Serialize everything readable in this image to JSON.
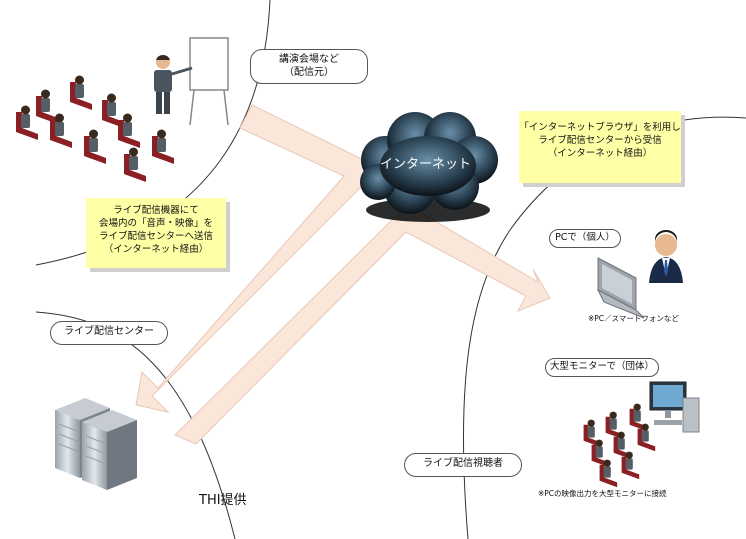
{
  "venue": {
    "lines": [
      "講演会場など",
      "（配信元）"
    ]
  },
  "internet": {
    "label": "インターネット"
  },
  "venue_note": {
    "lines": [
      "ライブ配信機器にて",
      "会場内の「音声・映像」を",
      "ライブ配信センターへ送信",
      "（インターネット経由）"
    ]
  },
  "viewer_note": {
    "lines": [
      "「インターネットブラウザ」を利用し",
      "ライブ配信センターから受信",
      "（インターネット経由）"
    ]
  },
  "center": {
    "label": "ライブ配信センター"
  },
  "provider": {
    "label": "THI提供"
  },
  "viewers": {
    "label": "ライブ配信視聴者"
  },
  "pc": {
    "label": "PCで（個人）",
    "note": "※PC／スマートフォンなど"
  },
  "monitor": {
    "label": "大型モニターで（団体）",
    "note": "※PCの映像出力を大型モニターに接続"
  },
  "colors": {
    "arrow_fill": "#fbe6da",
    "arrow_stroke": "#e8c8b8",
    "note_bg": "#ffffa6",
    "cloud": "#2a3540"
  }
}
